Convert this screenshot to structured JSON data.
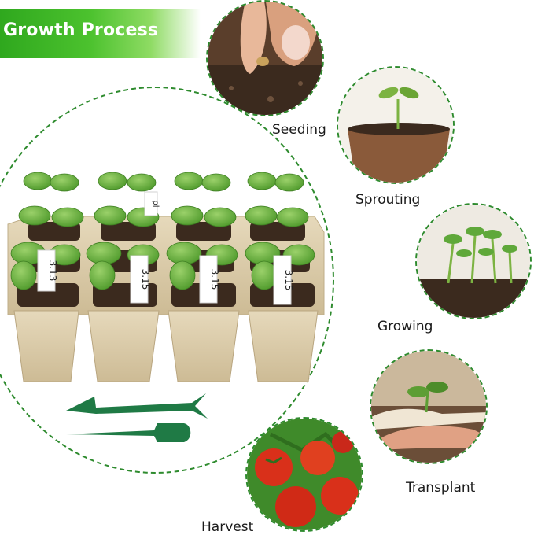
{
  "banner": {
    "title": "Growth Process"
  },
  "tray": {
    "tags": [
      "3.13",
      "3.15",
      "3.15",
      "3.15",
      "pl"
    ]
  },
  "stages": [
    {
      "id": "seeding",
      "label": "Seeding"
    },
    {
      "id": "sprouting",
      "label": "Sprouting"
    },
    {
      "id": "growing",
      "label": "Growing"
    },
    {
      "id": "transplant",
      "label": "Transplant"
    },
    {
      "id": "harvest",
      "label": "Harvest"
    }
  ],
  "colors": {
    "banner_green": "#3cb527",
    "dash_green": "#2e8b2e",
    "peat": "#d8c8a6",
    "soil": "#3b2a1e",
    "leaf": "#6cb33f",
    "tool_green": "#1f7a45",
    "tomato": "#d9301a"
  }
}
